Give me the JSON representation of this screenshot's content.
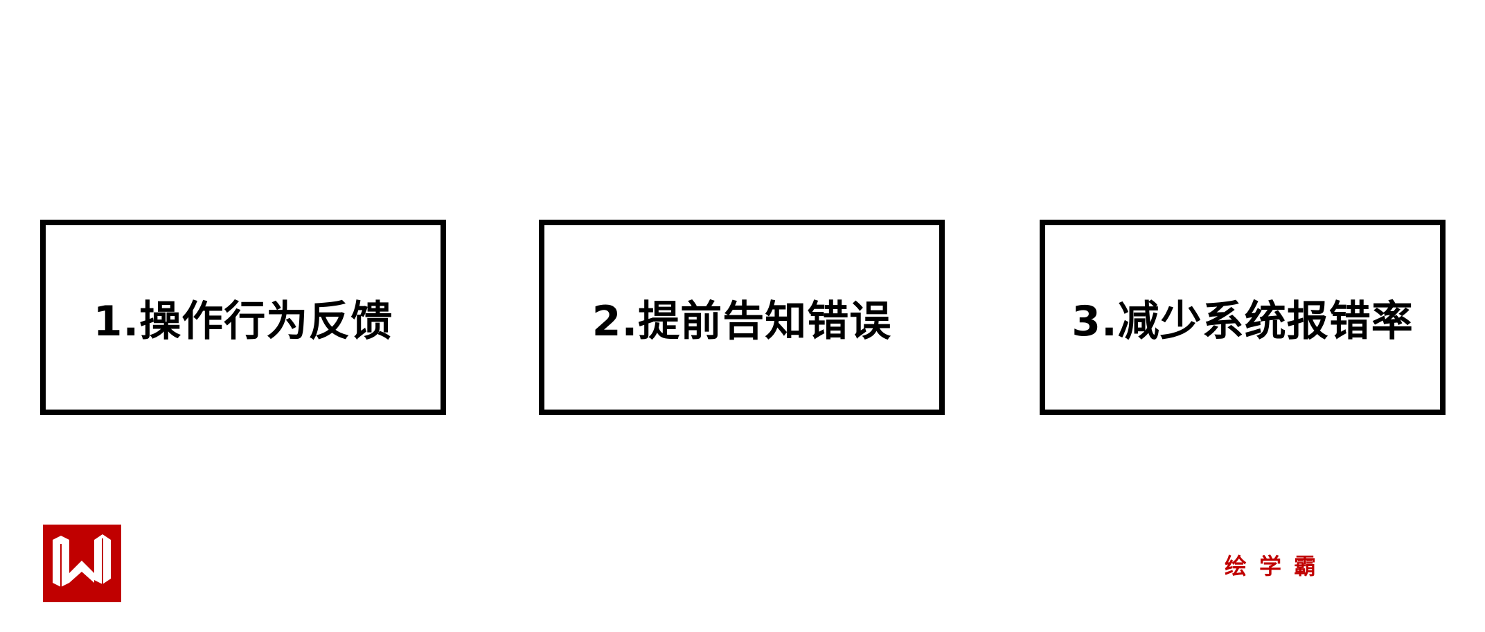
{
  "boxes": [
    {
      "label": "1.操作行为反馈"
    },
    {
      "label": "2.提前告知错误"
    },
    {
      "label": "3.减少系统报错率"
    }
  ],
  "brand": {
    "text": "绘学霸",
    "logo_letter": "W",
    "color": "#c00000"
  }
}
